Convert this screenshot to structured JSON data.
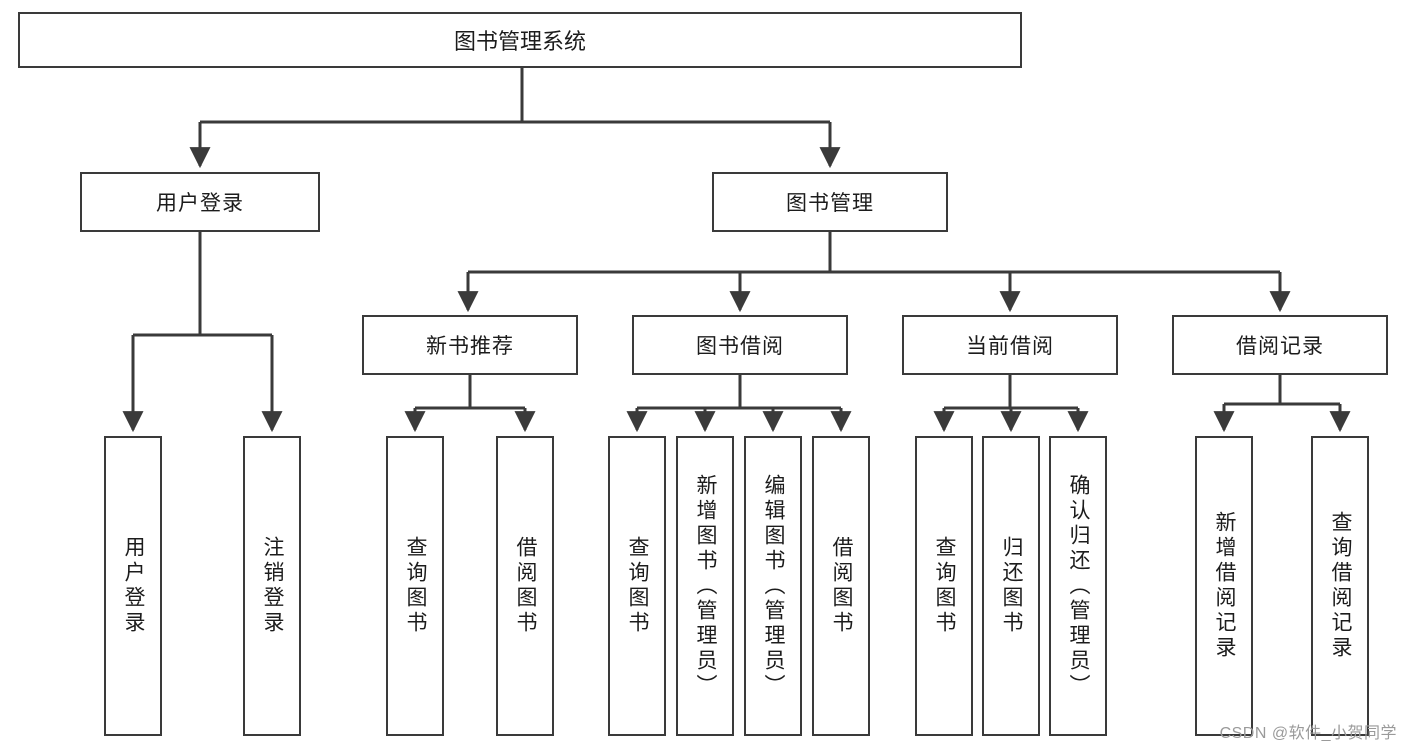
{
  "diagram": {
    "type": "tree",
    "title": "图书管理系统",
    "root": {
      "id": "root",
      "label": "图书管理系统"
    },
    "level2": [
      {
        "id": "user-login",
        "label": "用户登录"
      },
      {
        "id": "book-manage",
        "label": "图书管理"
      }
    ],
    "level3": [
      {
        "id": "new-book-recommend",
        "label": "新书推荐",
        "parent": "book-manage"
      },
      {
        "id": "book-borrow",
        "label": "图书借阅",
        "parent": "book-manage"
      },
      {
        "id": "current-borrow",
        "label": "当前借阅",
        "parent": "book-manage"
      },
      {
        "id": "borrow-record",
        "label": "借阅记录",
        "parent": "book-manage"
      }
    ],
    "leaves": [
      {
        "id": "leaf-user-login",
        "label": "用户登录",
        "parent": "user-login"
      },
      {
        "id": "leaf-user-logout",
        "label": "注销登录",
        "parent": "user-login"
      },
      {
        "id": "leaf-query-book-1",
        "label": "查询图书",
        "parent": "new-book-recommend"
      },
      {
        "id": "leaf-borrow-book-1",
        "label": "借阅图书",
        "parent": "new-book-recommend"
      },
      {
        "id": "leaf-query-book-2",
        "label": "查询图书",
        "parent": "book-borrow"
      },
      {
        "id": "leaf-add-book",
        "label": "新增图书（管理员）",
        "parent": "book-borrow"
      },
      {
        "id": "leaf-edit-book",
        "label": "编辑图书（管理员）",
        "parent": "book-borrow"
      },
      {
        "id": "leaf-borrow-book-2",
        "label": "借阅图书",
        "parent": "book-borrow"
      },
      {
        "id": "leaf-query-book-3",
        "label": "查询图书",
        "parent": "current-borrow"
      },
      {
        "id": "leaf-return-book",
        "label": "归还图书",
        "parent": "current-borrow"
      },
      {
        "id": "leaf-confirm-return",
        "label": "确认归还（管理员）",
        "parent": "current-borrow"
      },
      {
        "id": "leaf-add-record",
        "label": "新增借阅记录",
        "parent": "borrow-record"
      },
      {
        "id": "leaf-query-record",
        "label": "查询借阅记录",
        "parent": "borrow-record"
      }
    ],
    "colors": {
      "stroke": "#3a3a3a",
      "background": "#ffffff",
      "text": "#1c1c1c",
      "watermark": "#9a9a9a"
    }
  },
  "watermark": {
    "text": "CSDN @软件_小贺同学"
  }
}
